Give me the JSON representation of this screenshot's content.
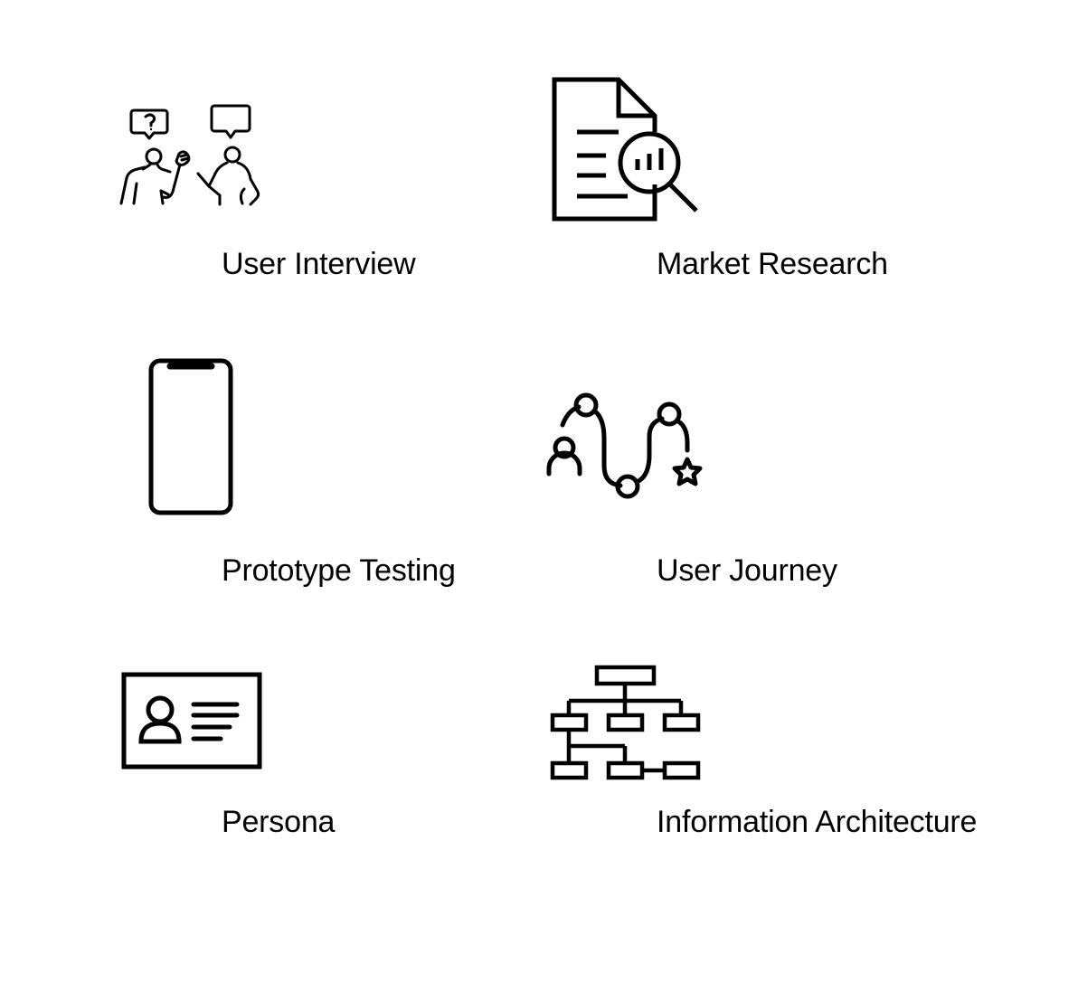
{
  "items": [
    {
      "label": "User Interview",
      "icon": "user-interview-icon"
    },
    {
      "label": "Market Research",
      "icon": "market-research-icon"
    },
    {
      "label": "Prototype Testing",
      "icon": "smartphone-icon"
    },
    {
      "label": "User Journey",
      "icon": "user-journey-icon"
    },
    {
      "label": "Persona",
      "icon": "persona-card-icon"
    },
    {
      "label": "Information Architecture",
      "icon": "sitemap-icon"
    }
  ],
  "colors": {
    "background": "#ffffff",
    "ink": "#000000"
  }
}
